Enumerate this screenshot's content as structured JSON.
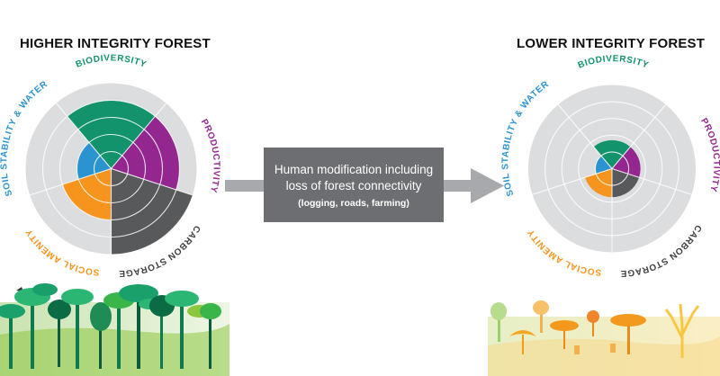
{
  "panels": {
    "left": {
      "title": "HIGHER INTEGRITY FOREST",
      "label_biodiversity": "BIODIVERSITY",
      "label_productivity": "PRODUCTIVITY",
      "label_carbon": "CARBON STORAGE",
      "label_social": "SOCIAL AMENITY",
      "label_soil": "SOIL STABILITY & WATER"
    },
    "right": {
      "title": "LOWER INTEGRITY FOREST",
      "label_biodiversity": "BIODIVERSITY",
      "label_productivity": "PRODUCTIVITY",
      "label_carbon": "CARBON STORAGE",
      "label_social": "SOCIAL AMENITY",
      "label_soil": "SOIL STABILITY & WATER"
    }
  },
  "arrow": {
    "line1": "Human modification including",
    "line2": "loss of forest connectivity",
    "line3": "(logging, roads, farming)"
  },
  "colors": {
    "biodiversity": "#12936b",
    "productivity": "#93278f",
    "carbon": "#58595b",
    "social": "#f7941d",
    "soil": "#2b93cf",
    "disc": "#dcdddf",
    "arrow_box": "#6d6e71",
    "arrow_shaft": "#a7a9ac"
  },
  "chart_data": [
    {
      "type": "polar_area",
      "name": "higher-integrity",
      "rings": 4,
      "categories": [
        "Biodiversity",
        "Productivity",
        "Carbon storage",
        "Social amenity",
        "Soil stability & water"
      ],
      "values": [
        4,
        4,
        5,
        3,
        2
      ],
      "max": 5
    },
    {
      "type": "polar_area",
      "name": "lower-integrity",
      "rings": 4,
      "categories": [
        "Biodiversity",
        "Productivity",
        "Carbon storage",
        "Social amenity",
        "Soil stability & water"
      ],
      "values": [
        1.7,
        1.7,
        1.7,
        1.7,
        1
      ],
      "max": 5
    }
  ]
}
